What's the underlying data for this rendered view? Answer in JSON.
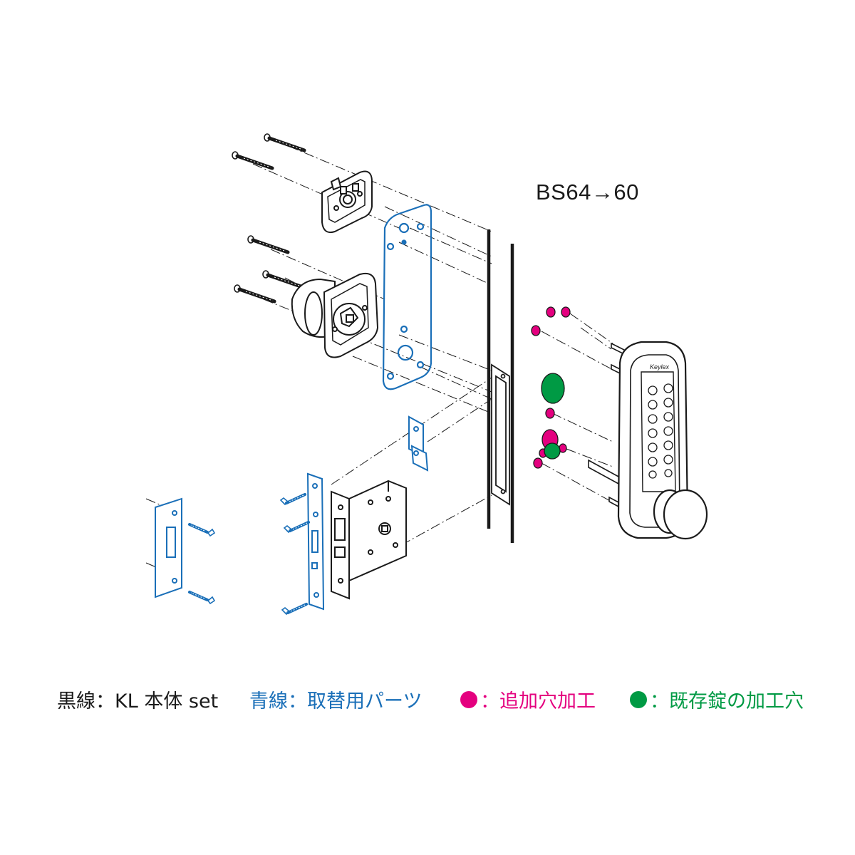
{
  "diagram": {
    "dimension_label": "BS64→60"
  },
  "legend": {
    "black_line": "黒線：KL 本体 set",
    "blue_line": "青線：取替用パーツ",
    "magenta_text": "：追加穴加工",
    "green_text": "：既存錠の加工穴"
  },
  "colors": {
    "black_line": "#1a1a1a",
    "blue_line": "#1a6fb8",
    "magenta": "#e4007f",
    "green": "#009a44"
  }
}
